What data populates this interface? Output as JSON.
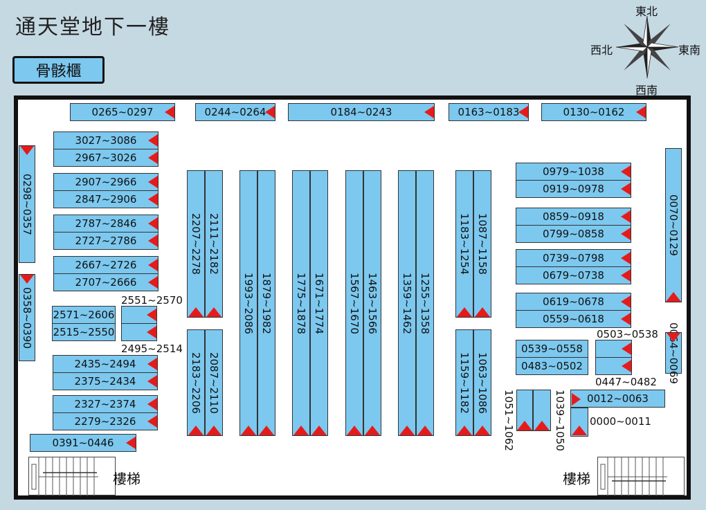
{
  "title": "通天堂地下一樓",
  "cabinet_button": "骨骸櫃",
  "compass": {
    "n": "東北",
    "e": "東南",
    "w": "西北",
    "s": "西南"
  },
  "stairs_label": "樓梯",
  "top_row": [
    "0265~0297",
    "0244~0264",
    "0184~0243",
    "0163~0183",
    "0130~0162"
  ],
  "left_pairs": [
    "3027~3086",
    "2967~3026",
    "2907~2966",
    "2847~2906",
    "2787~2846",
    "2727~2786",
    "2667~2726",
    "2707~2666"
  ],
  "left_small": [
    "2571~2606",
    "2515~2550"
  ],
  "left_small_outer": [
    "2551~2570",
    "2495~2514"
  ],
  "left_lower": [
    "2435~2494",
    "2375~2434",
    "2327~2374",
    "2279~2326"
  ],
  "bottom_left": "0391~0446",
  "left_wall": [
    "0298~0357",
    "0358~0390"
  ],
  "col_upper": [
    "2207~2278",
    "2111~2182"
  ],
  "col_lower": [
    "2183~2206",
    "2087~2110"
  ],
  "col_tall": [
    "1993~2086",
    "1879~1982",
    "1775~1878",
    "1671~1774",
    "1567~1670",
    "1463~1566",
    "1359~1462",
    "1255~1358"
  ],
  "col_right_upper": [
    "1183~1254",
    "1087~1158"
  ],
  "col_right_lower": [
    "1159~1182",
    "1063~1086"
  ],
  "col_small": [
    "1051~1062",
    "1039~1050"
  ],
  "right_pairs": [
    "0979~1038",
    "0919~0978",
    "0859~0918",
    "0799~0858",
    "0739~0798",
    "0679~0738",
    "0619~0678",
    "0559~0618"
  ],
  "right_small": [
    "0539~0558",
    "0483~0502"
  ],
  "right_small_outer": [
    "0503~0538",
    "0447~0482"
  ],
  "right_wall": [
    "0070~0129",
    "0064~0069"
  ],
  "right_bottom": [
    "0012~0063",
    "0000~0011"
  ]
}
